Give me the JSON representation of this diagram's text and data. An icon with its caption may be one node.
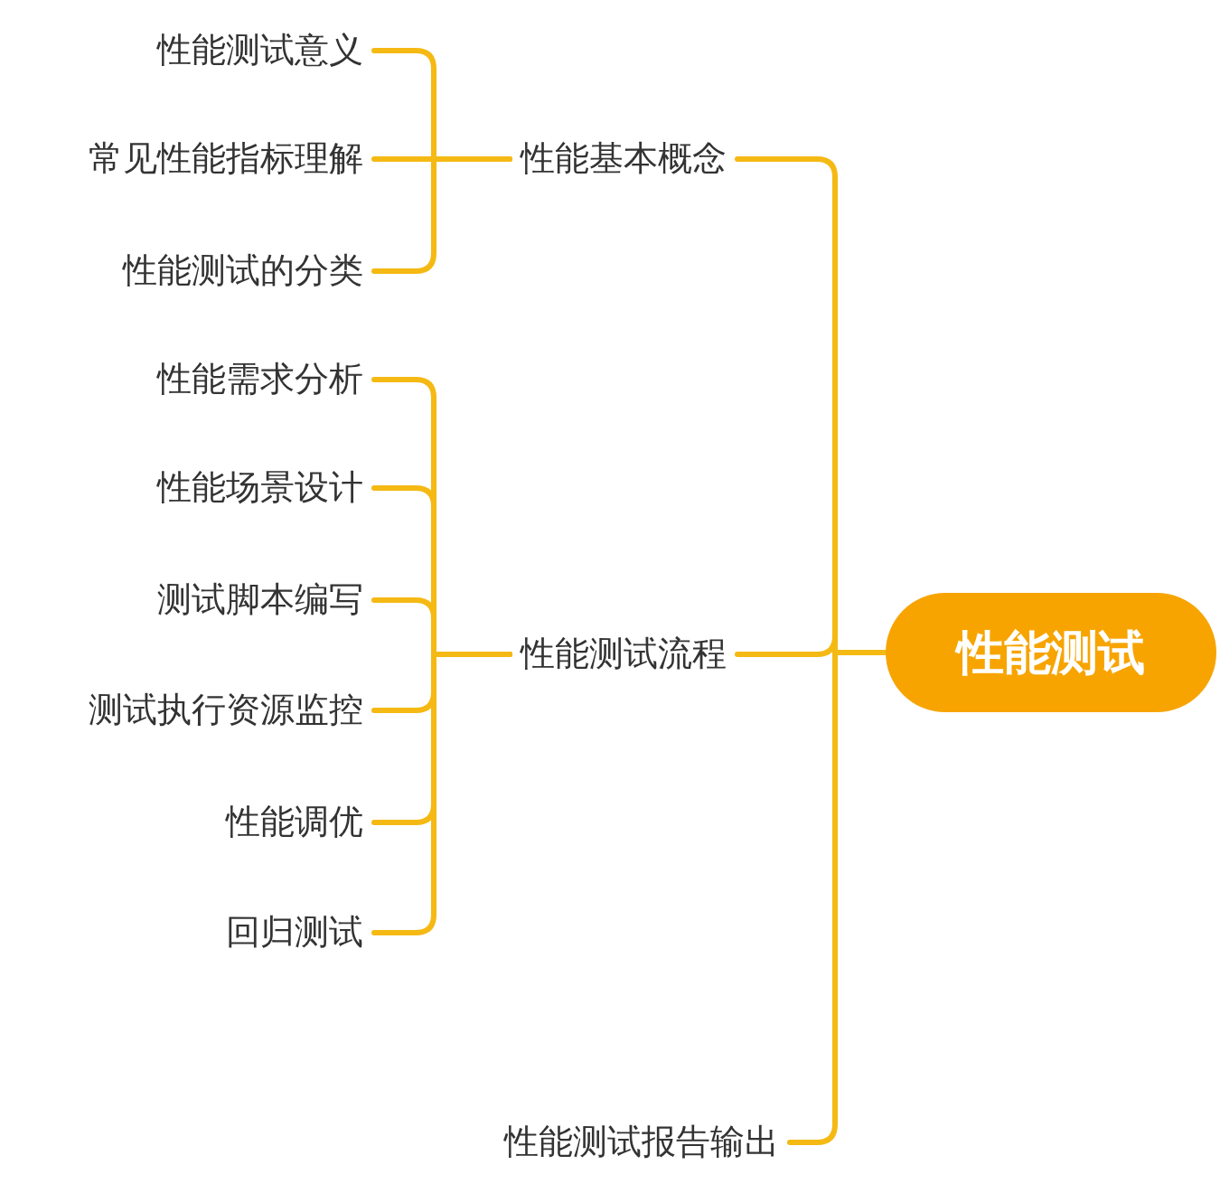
{
  "diagram": {
    "nodes": [
      {
        "text": [
          "性能测试"
        ]
      },
      {
        "text": [
          "性能基本概念"
        ]
      },
      {
        "text": [
          "性能测试意义"
        ]
      },
      {
        "text": [
          "常见性能指标理解"
        ]
      },
      {
        "text": [
          "性能测试的分类"
        ]
      },
      {
        "text": [
          "性能测试流程"
        ]
      },
      {
        "text": [
          "性能需求分析"
        ]
      },
      {
        "text": [
          "性能场景设计"
        ]
      },
      {
        "text": [
          "测试脚本编写"
        ]
      },
      {
        "text": [
          "测试执行资源监控"
        ]
      },
      {
        "text": [
          "性能调优"
        ]
      },
      {
        "text": [
          "回归测试"
        ]
      },
      {
        "text": [
          "性能测试报告输出"
        ]
      }
    ],
    "edges": [
      {
        "from": 0,
        "to": 1,
        "arrow": "none"
      },
      {
        "from": 0,
        "to": 5,
        "arrow": "none"
      },
      {
        "from": 0,
        "to": 12,
        "arrow": "none"
      },
      {
        "from": 1,
        "to": 2,
        "arrow": "none"
      },
      {
        "from": 1,
        "to": 3,
        "arrow": "none"
      },
      {
        "from": 1,
        "to": 4,
        "arrow": "none"
      },
      {
        "from": 5,
        "to": 6,
        "arrow": "none"
      },
      {
        "from": 5,
        "to": 7,
        "arrow": "none"
      },
      {
        "from": 5,
        "to": 8,
        "arrow": "none"
      },
      {
        "from": 5,
        "to": 9,
        "arrow": "none"
      },
      {
        "from": 5,
        "to": 10,
        "arrow": "none"
      },
      {
        "from": 5,
        "to": 11,
        "arrow": "none"
      }
    ]
  }
}
